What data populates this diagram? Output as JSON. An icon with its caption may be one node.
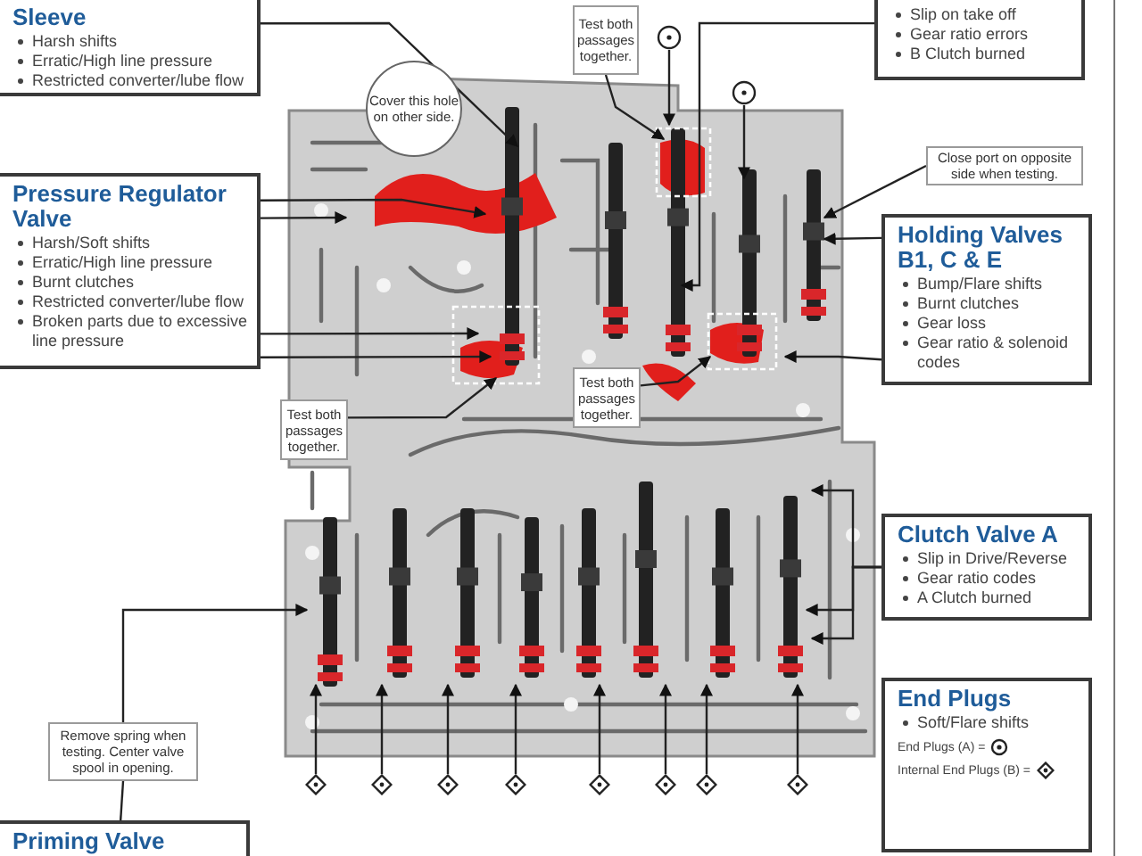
{
  "diagram": {
    "nodes": [
      {
        "text": [
          "Sleeve",
          "Harsh shifts",
          "Erratic/High line pressure",
          "Restricted converter/lube flow"
        ]
      },
      {
        "text": [
          "Slip on take off",
          "Gear ratio errors",
          "B Clutch burned"
        ]
      },
      {
        "text": [
          "Test both passages together."
        ]
      },
      {
        "text": [],
        "shape": "circle"
      },
      {
        "text": [],
        "shape": "circle"
      },
      {
        "text": [
          "Cover this hole on other side."
        ]
      },
      {
        "text": [
          "Pressure Regulator Valve",
          "Harsh/Soft shifts",
          "Erratic/High line pressure",
          "Burnt clutches",
          "Restricted converter/lube flow",
          "Broken parts due to excessive line pressure"
        ]
      },
      {
        "text": [
          "Close port on opposite side when testing."
        ]
      },
      {
        "text": [
          "Holding Valves B1, C & E",
          "Bump/Flare shifts",
          "Burnt clutches",
          "Gear loss",
          "Gear ratio & solenoid codes"
        ]
      },
      {
        "text": [
          "Test both passages together."
        ]
      },
      {
        "text": [
          "Test both passages together."
        ]
      },
      {
        "text": [
          "Clutch Valve A",
          "Slip in Drive/Reverse",
          "Gear ratio codes",
          "A Clutch burned"
        ]
      },
      {
        "text": [
          "End Plugs",
          "Soft/Flare shifts",
          "End Plugs (A) =",
          "Internal End Plugs (B) ="
        ]
      },
      {
        "text": [
          "Remove spring when testing. Center valve spool in opening."
        ]
      },
      {
        "text": [],
        "shape": "diamond"
      },
      {
        "text": [],
        "shape": "diamond"
      },
      {
        "text": [],
        "shape": "diamond"
      },
      {
        "text": [],
        "shape": "diamond"
      },
      {
        "text": [],
        "shape": "diamond"
      },
      {
        "text": [],
        "shape": "diamond"
      },
      {
        "text": [],
        "shape": "diamond"
      },
      {
        "text": [],
        "shape": "diamond"
      },
      {
        "text": [
          "Priming Valve"
        ]
      }
    ],
    "edges": [
      {
        "from": 0,
        "to": null,
        "arrow": "to"
      },
      {
        "from": 1,
        "to": null,
        "arrow": "to"
      },
      {
        "from": 2,
        "to": null,
        "arrow": "to"
      },
      {
        "from": 3,
        "to": null,
        "arrow": "to"
      },
      {
        "from": 4,
        "to": null,
        "arrow": "to"
      },
      {
        "from": 6,
        "to": null,
        "arrow": "to"
      },
      {
        "from": 6,
        "to": null,
        "arrow": "to"
      },
      {
        "from": 6,
        "to": null,
        "arrow": "to"
      },
      {
        "from": 6,
        "to": null,
        "arrow": "to"
      },
      {
        "from": 7,
        "to": null,
        "arrow": "to"
      },
      {
        "from": 8,
        "to": null,
        "arrow": "to"
      },
      {
        "from": 8,
        "to": null,
        "arrow": "to"
      },
      {
        "from": 9,
        "to": null,
        "arrow": "to"
      },
      {
        "from": 10,
        "to": null,
        "arrow": "to"
      },
      {
        "from": 11,
        "to": null,
        "arrow": "to"
      },
      {
        "from": 11,
        "to": null,
        "arrow": "to"
      },
      {
        "from": 11,
        "to": null,
        "arrow": "to"
      },
      {
        "from": 13,
        "to": null,
        "arrow": "to"
      },
      {
        "from": 22,
        "to": 13,
        "arrow": "none"
      },
      {
        "from": 14,
        "to": null,
        "arrow": "to"
      },
      {
        "from": 15,
        "to": null,
        "arrow": "to"
      },
      {
        "from": 16,
        "to": null,
        "arrow": "to"
      },
      {
        "from": 17,
        "to": null,
        "arrow": "to"
      },
      {
        "from": 18,
        "to": null,
        "arrow": "to"
      },
      {
        "from": 19,
        "to": null,
        "arrow": "to"
      },
      {
        "from": 20,
        "to": null,
        "arrow": "to"
      },
      {
        "from": 21,
        "to": null,
        "arrow": "to"
      }
    ]
  }
}
